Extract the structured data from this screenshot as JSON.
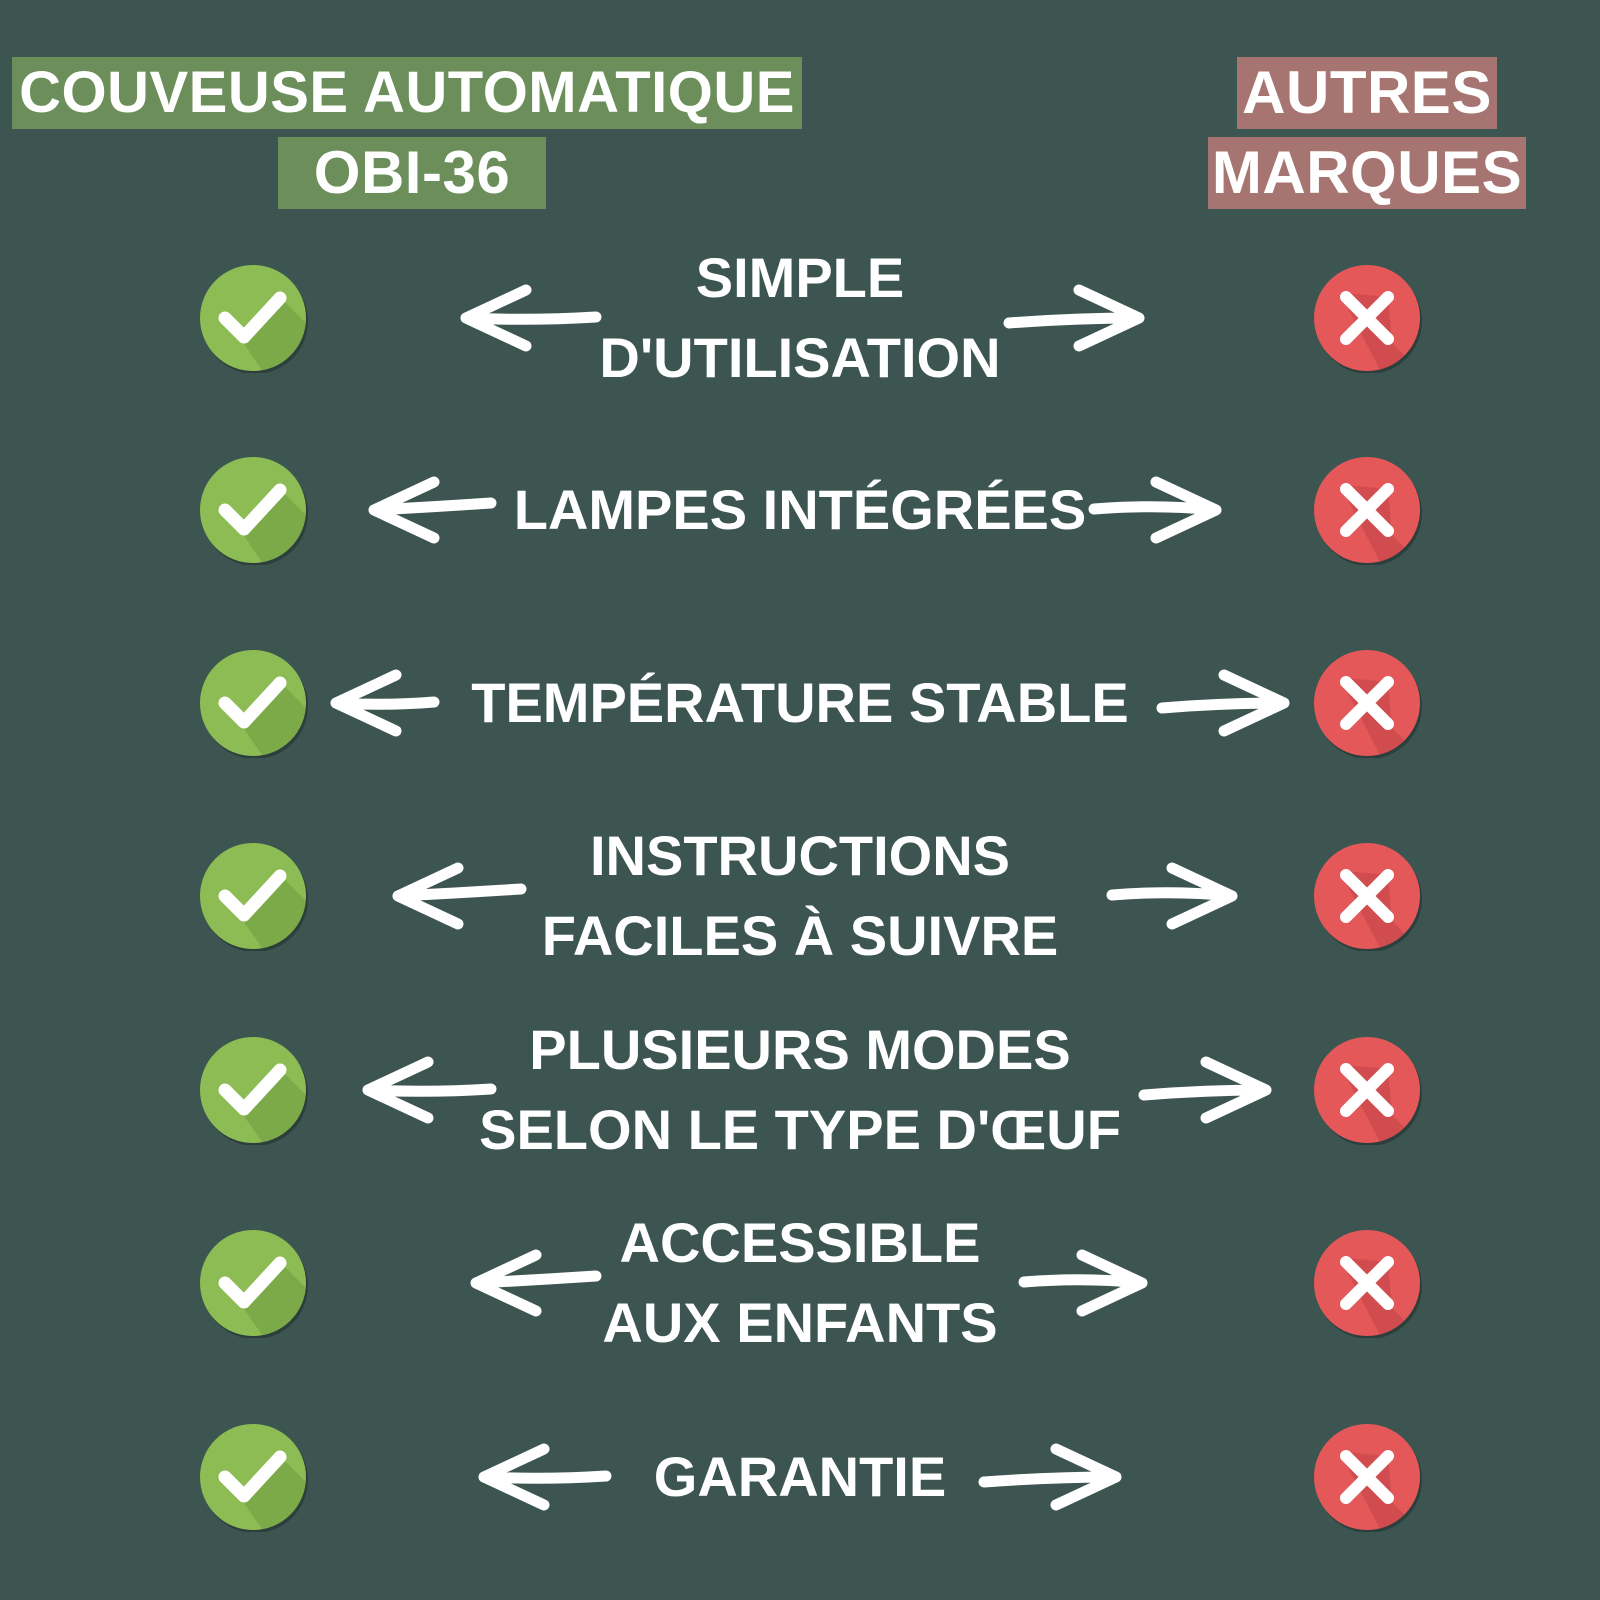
{
  "header": {
    "left_line1": "COUVEUSE AUTOMATIQUE",
    "left_line2": "OBI-36",
    "right_line1": "AUTRES",
    "right_line2": "MARQUES"
  },
  "colors": {
    "background": "#3d5550",
    "left_header_bg": "#6b8e5a",
    "right_header_bg": "#a67572",
    "check_green": "#8dbc55",
    "cross_red": "#e4585a"
  },
  "icons": {
    "left": "check-icon",
    "right": "cross-icon"
  },
  "features": [
    {
      "lines": [
        "SIMPLE",
        "D'UTILISATION"
      ]
    },
    {
      "lines": [
        "LAMPES INTÉGRÉES"
      ]
    },
    {
      "lines": [
        "TEMPÉRATURE STABLE"
      ]
    },
    {
      "lines": [
        "INSTRUCTIONS",
        "FACILES À SUIVRE"
      ]
    },
    {
      "lines": [
        "PLUSIEURS MODES",
        "SELON LE TYPE D'ŒUF"
      ]
    },
    {
      "lines": [
        "ACCESSIBLE",
        "AUX ENFANTS"
      ]
    },
    {
      "lines": [
        "GARANTIE"
      ]
    }
  ]
}
